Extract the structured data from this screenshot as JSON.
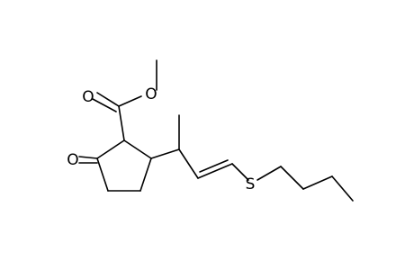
{
  "molecule": {
    "atoms": {
      "carbonyl_oxygen_top": "O",
      "ester_oxygen": "O",
      "ketone_oxygen": "O",
      "sulfur": "S"
    },
    "colors": {
      "bond": "#000000",
      "label": "#000000",
      "background": "#ffffff"
    }
  }
}
